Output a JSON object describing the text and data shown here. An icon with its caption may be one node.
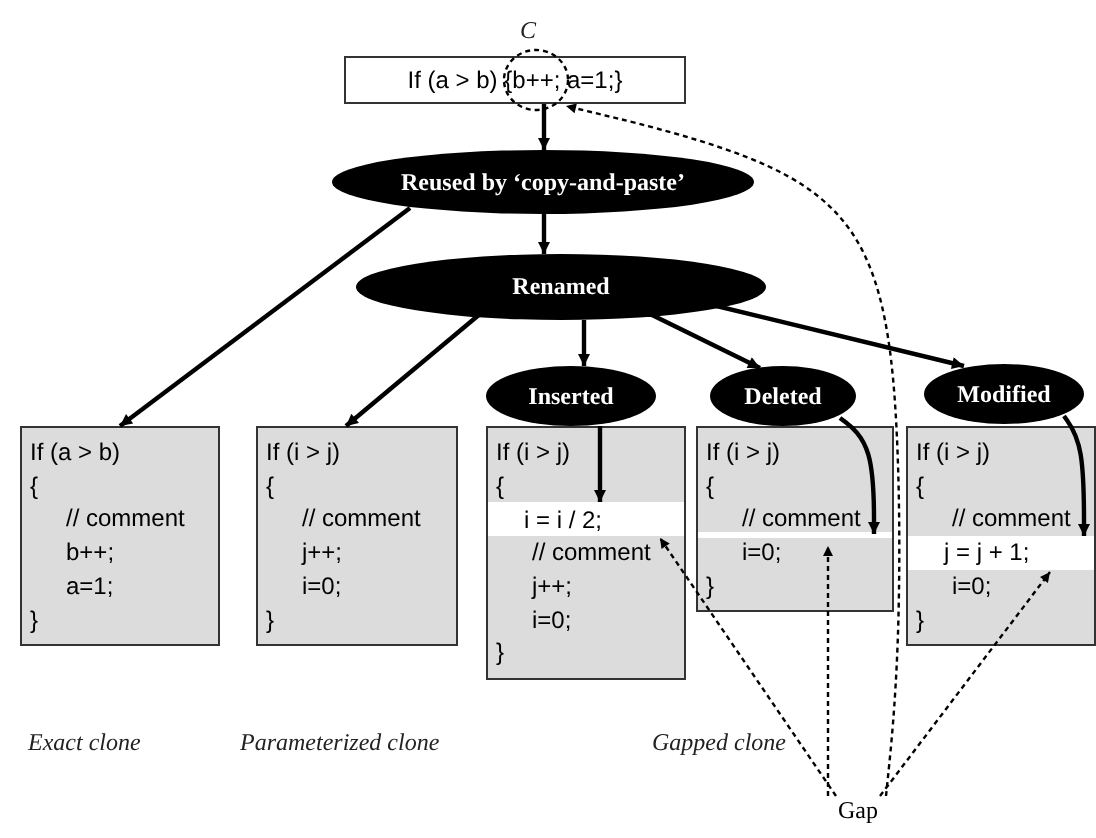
{
  "diagram": {
    "nodes": [
      {
        "text": [
          "If (a > b) {b++; a=1;}"
        ],
        "beside": [
          "C"
        ]
      },
      {
        "text": [
          "Reused by ‘copy-and-paste’"
        ]
      },
      {
        "text": [
          "Renamed"
        ]
      },
      {
        "text": [
          "Inserted"
        ]
      },
      {
        "text": [
          "Deleted"
        ]
      },
      {
        "text": [
          "Modified"
        ]
      },
      {
        "text": [
          "If (a > b)",
          "{",
          "// comment",
          "b++;",
          "a=1;",
          "}"
        ],
        "beside": [
          "Exact clone"
        ]
      },
      {
        "text": [
          "If (i > j)",
          "{",
          "// comment",
          "j++;",
          "i=0;",
          "}"
        ],
        "beside": [
          "Parameterized clone"
        ]
      },
      {
        "text": [
          "If (i > j)",
          "{",
          "// comment",
          "j++;",
          "i=0;",
          "}"
        ]
      },
      {
        "text": [
          "i = i / 2;"
        ],
        "in": 8
      },
      {
        "text": [
          "If (i > j)",
          "{",
          "// comment",
          "i=0;",
          "}"
        ]
      },
      {
        "text": [],
        "shape": "bar",
        "in": 10
      },
      {
        "text": [
          "If (i > j)",
          "{",
          "// comment",
          "i=0;",
          "}"
        ]
      },
      {
        "text": [
          "j = j + 1;"
        ],
        "in": 12
      },
      {
        "text": [
          "Gap"
        ]
      }
    ],
    "edges": [
      {
        "from": 0,
        "to": 1,
        "arrow": "to"
      },
      {
        "from": 1,
        "to": 2,
        "arrow": "to"
      },
      {
        "from": 1,
        "to": 6,
        "arrow": "to"
      },
      {
        "from": 2,
        "to": 7,
        "arrow": "to"
      },
      {
        "from": 2,
        "to": 3,
        "arrow": "to"
      },
      {
        "from": 2,
        "to": 4,
        "arrow": "to"
      },
      {
        "from": 2,
        "to": 5,
        "arrow": "to"
      },
      {
        "from": 3,
        "to": 9,
        "arrow": "to"
      },
      {
        "from": 4,
        "to": 11,
        "arrow": "to"
      },
      {
        "from": 5,
        "to": 13,
        "arrow": "to"
      },
      {
        "from": 14,
        "to": 9,
        "arrow": "to",
        "style": "dashed"
      },
      {
        "from": 14,
        "to": 11,
        "arrow": "to",
        "style": "dashed"
      },
      {
        "from": 14,
        "to": 0,
        "arrow": "to",
        "style": "dashed"
      },
      {
        "from": 14,
        "to": 13,
        "arrow": "to",
        "style": "dashed"
      }
    ],
    "labels": [
      "Gapped clone"
    ]
  }
}
